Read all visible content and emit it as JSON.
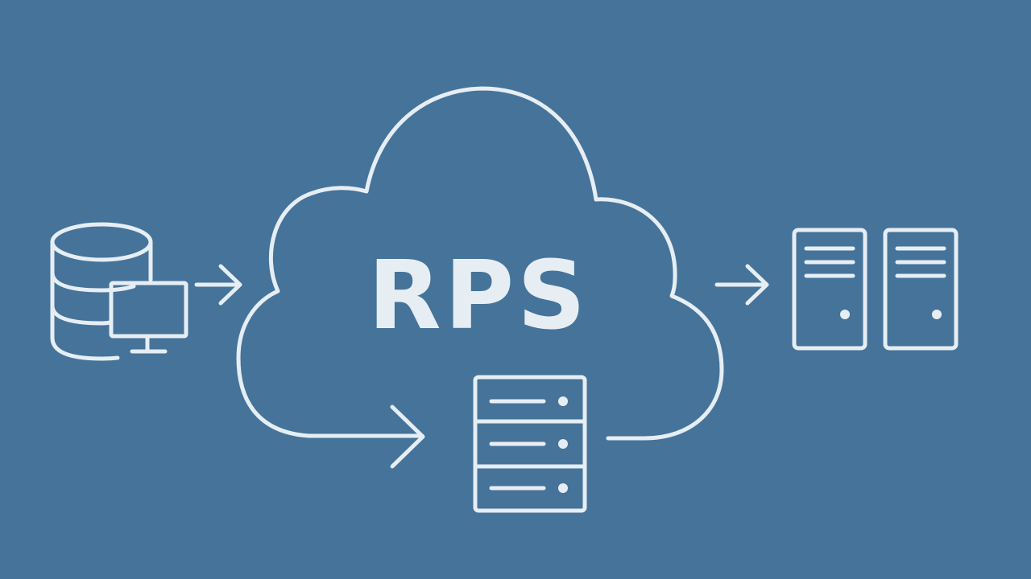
{
  "diagram": {
    "center_label": "RPS",
    "background_color": "#45739a",
    "stroke_color": "#e6eef4",
    "nodes": [
      {
        "id": "source",
        "icon": "database-with-monitor-icon"
      },
      {
        "id": "cloud",
        "icon": "cloud-icon"
      },
      {
        "id": "cloud-server",
        "icon": "server-rack-icon"
      },
      {
        "id": "targets",
        "icon": "tower-servers-icon"
      }
    ],
    "edges": [
      {
        "from": "source",
        "to": "cloud",
        "icon": "arrow-right-icon"
      },
      {
        "from": "cloud",
        "to": "cloud-server",
        "icon": "curved-arrow-icon"
      },
      {
        "from": "cloud",
        "to": "targets",
        "icon": "arrow-right-icon"
      }
    ]
  }
}
